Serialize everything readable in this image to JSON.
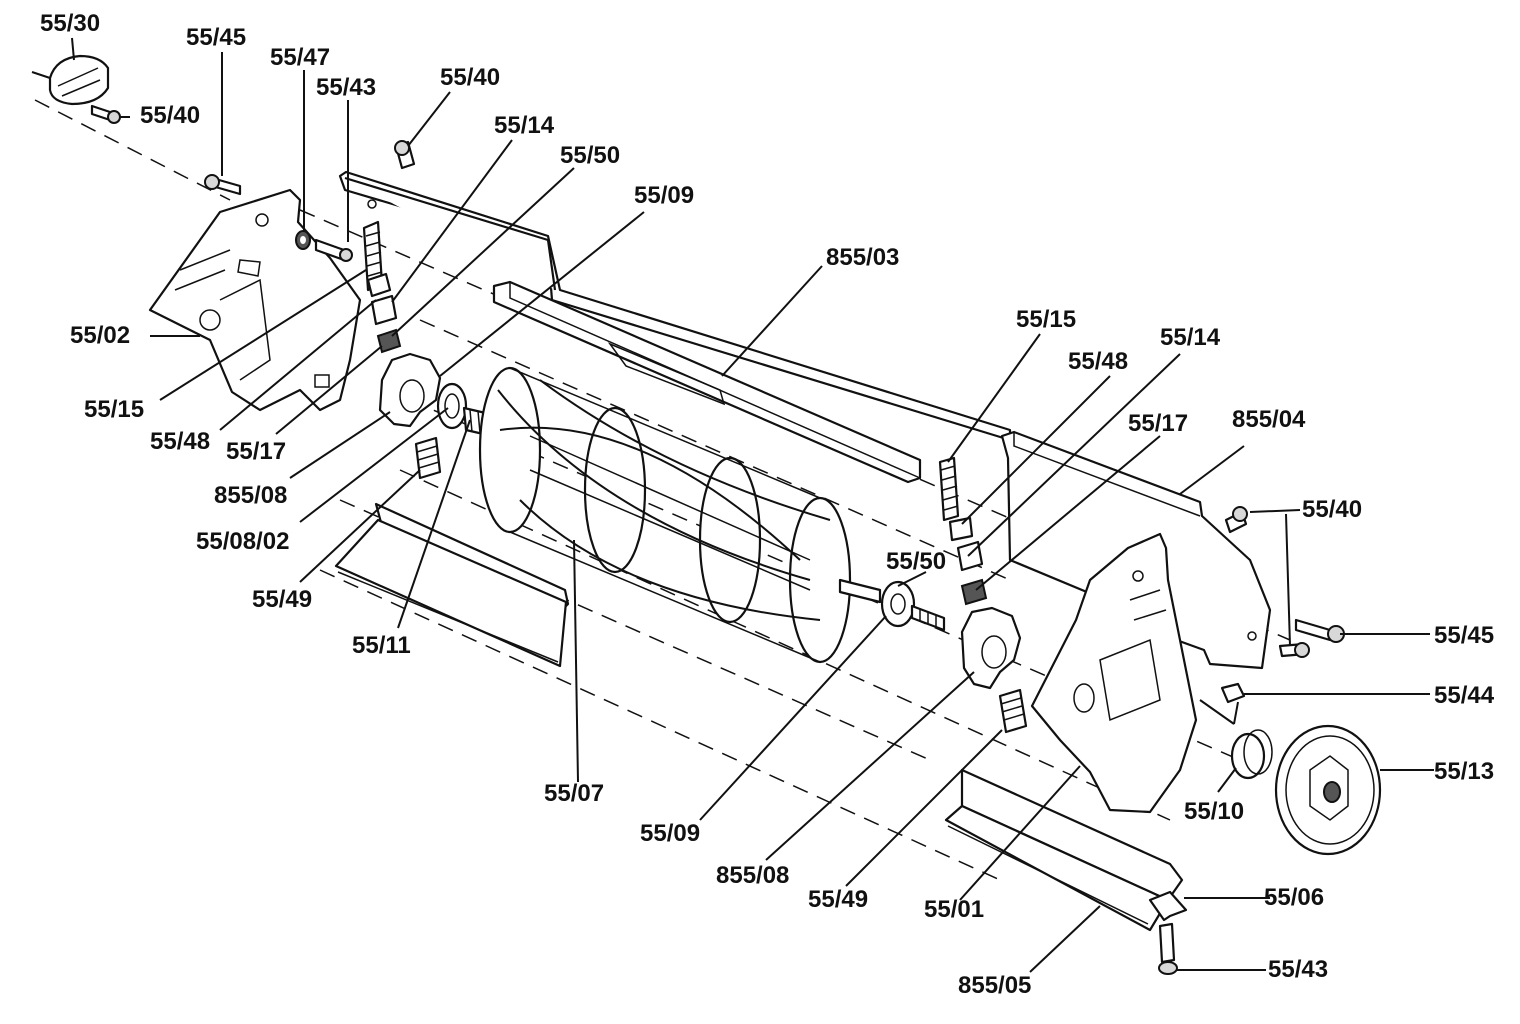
{
  "labels": {
    "l5530_top": "55/30",
    "l5545_top": "55/45",
    "l5547": "55/47",
    "l5543_top": "55/43",
    "l5540_top": "55/40",
    "l5540_topleft": "55/40",
    "l5514_top": "55/14",
    "l5550_top": "55/50",
    "l5509_top": "55/09",
    "l85503": "855/03",
    "l5502": "55/02",
    "l5515_left": "55/15",
    "l5548_left": "55/48",
    "l5517_left": "55/17",
    "l85508_left": "855/08",
    "l550802": "55/08/02",
    "l5549_left": "55/49",
    "l5511": "55/11",
    "l5507": "55/07",
    "l5515_right": "55/15",
    "l5548_right": "55/48",
    "l5514_right": "55/14",
    "l5517_right": "55/17",
    "l85504": "855/04",
    "l5540_right": "55/40",
    "l5550_right": "55/50",
    "l5545_right": "55/45",
    "l5544": "55/44",
    "l5513": "55/13",
    "l5510": "55/10",
    "l5509_bottom": "55/09",
    "l85508_bottom": "855/08",
    "l5549_bottom": "55/49",
    "l5501": "55/01",
    "l5506": "55/06",
    "l85505": "855/05",
    "l5543_bottom": "55/43"
  }
}
